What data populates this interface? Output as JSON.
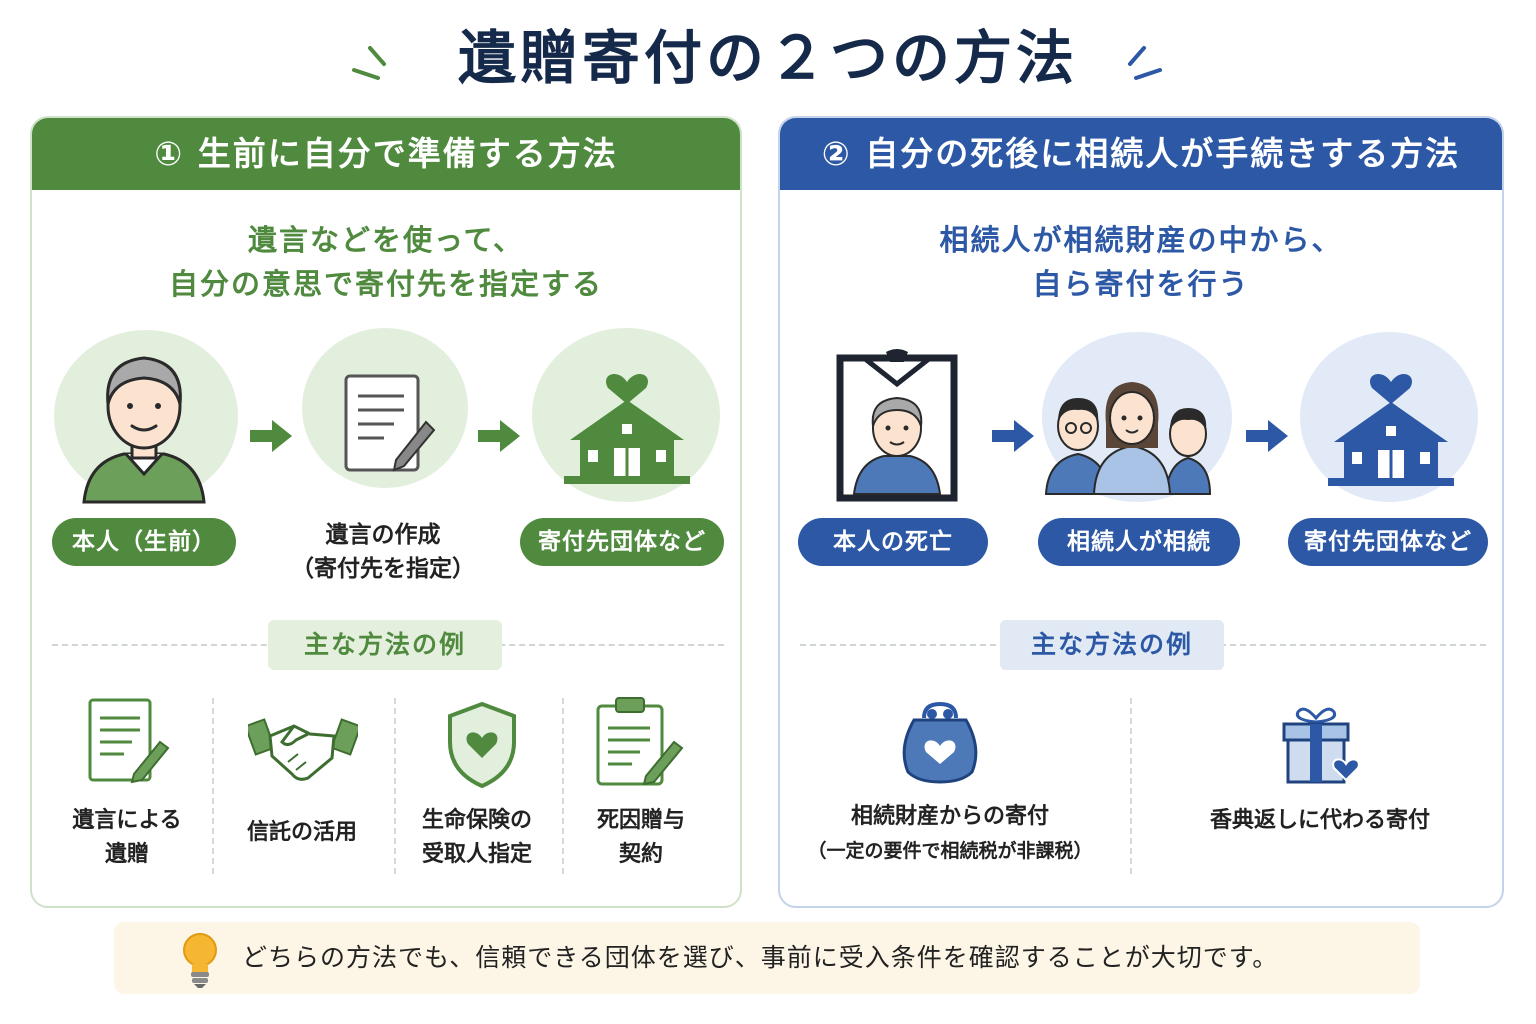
{
  "title": "遺贈寄付の２つの方法",
  "left": {
    "header": "① 生前に自分で準備する方法",
    "subtitle_line1": "遺言などを使って、",
    "subtitle_line2": "自分の意思で寄付先を指定する",
    "steps": [
      {
        "label": "本人（生前）",
        "icon": "elderly-man-icon"
      },
      {
        "label_line1": "遺言の作成",
        "label_line2": "（寄付先を指定）",
        "icon": "document-pen-icon"
      },
      {
        "label": "寄付先団体など",
        "icon": "organization-building-heart-icon"
      }
    ],
    "examples_title": "主な方法の例",
    "examples": [
      {
        "line1": "遺言による",
        "line2": "遺贈",
        "icon": "will-document-icon"
      },
      {
        "line1": "信託の活用",
        "line2": "",
        "icon": "handshake-icon"
      },
      {
        "line1": "生命保険の",
        "line2": "受取人指定",
        "icon": "shield-heart-icon"
      },
      {
        "line1": "死因贈与",
        "line2": "契約",
        "icon": "clipboard-pen-icon"
      }
    ]
  },
  "right": {
    "header": "② 自分の死後に相続人が手続きする方法",
    "subtitle_line1": "相続人が相続財産の中から、",
    "subtitle_line2": "自ら寄付を行う",
    "steps": [
      {
        "label": "本人の死亡",
        "icon": "memorial-portrait-icon"
      },
      {
        "label": "相続人が相続",
        "icon": "family-heirs-icon"
      },
      {
        "label": "寄付先団体など",
        "icon": "organization-building-heart-icon"
      }
    ],
    "examples_title": "主な方法の例",
    "examples": [
      {
        "line1": "相続財産からの寄付",
        "line2": "（一定の要件で相続税が非課税）",
        "icon": "purse-heart-icon"
      },
      {
        "line1": "香典返しに代わる寄付",
        "line2": "",
        "icon": "gift-box-heart-icon"
      }
    ]
  },
  "tip": "どちらの方法でも、信頼できる団体を選び、事前に受入条件を確認することが大切です。",
  "colors": {
    "green": "#4f8a3f",
    "green_light": "#e3efdd",
    "blue": "#2d58a6",
    "blue_light": "#e1eaf6",
    "title": "#152a4a",
    "tip_bg": "#fdf6e6"
  }
}
